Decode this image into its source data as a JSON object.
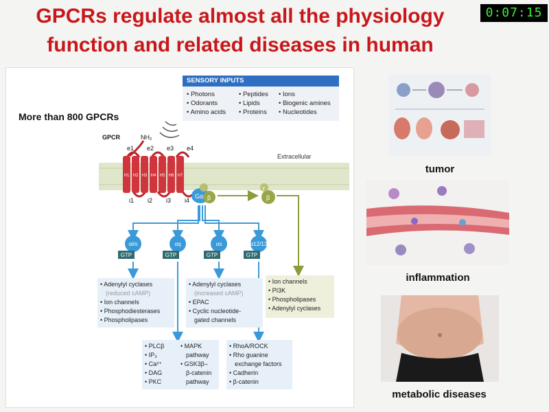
{
  "title": {
    "line1": "GPCRs regulate almost all the physiology",
    "line2": "function and related diseases in human"
  },
  "timer": "0:07:15",
  "diagram": {
    "heading": "More than 800 GPCRs",
    "gpcr_label": "GPCR",
    "nh2": "NH₂",
    "extracellular": "Extracellular",
    "extra_loops": [
      "e1",
      "e2",
      "e3",
      "e4"
    ],
    "intra_loops": [
      "i1",
      "i2",
      "i3",
      "i4"
    ],
    "helices": [
      "H1",
      "H2",
      "H3",
      "H4",
      "H5",
      "H6",
      "H7"
    ],
    "g_alpha": "Gα",
    "g_beta": "β",
    "g_gamma": "γ",
    "gtp": "GTP",
    "alpha_subunits": [
      "αi/o",
      "αq",
      "αs",
      "α12/13"
    ],
    "sensory_title": "SENSORY INPUTS",
    "sensory_col1": [
      "• Photons",
      "• Odorants",
      "• Amino acids"
    ],
    "sensory_col2": [
      "• Peptides",
      "• Lipids",
      "• Proteins"
    ],
    "sensory_col3": [
      "• Ions",
      "• Biogenic amines",
      "• Nucleotides"
    ],
    "box_gi": [
      "• Adenylyl cyclases",
      "(reduced cAMP)",
      "• Ion channels",
      "• Phosphodiesterases",
      "• Phospholipases"
    ],
    "box_gs": [
      "• Adenylyl cyclases",
      "(increased cAMP)",
      "• EPAC",
      "• Cyclic nucleotide-",
      "gated channels"
    ],
    "box_gbg": [
      "• Ion channels",
      "• PI3K",
      "• Phospholipases",
      "• Adenylyl cyclases"
    ],
    "box_gq_left": [
      "• PLCβ",
      "• IP₃",
      "• Ca²⁺",
      "• DAG",
      "• PKC"
    ],
    "box_gq_right": [
      "• MAPK",
      "pathway",
      "• GSK3β–",
      "β-catenin",
      "pathway"
    ],
    "box_g12": [
      "• RhoA/ROCK",
      "• Rho guanine",
      "exchange factors",
      "• Cadherin",
      "• β-catenin"
    ]
  },
  "images": {
    "tumor_label": "tumor",
    "inflammation_label": "inflammation",
    "metabolic_label": "metabolic diseases"
  },
  "colors": {
    "title_red": "#c8171b",
    "sensory_blue": "#2e6fc1",
    "helix_red": "#d0343c",
    "arrow_blue": "#3a9ad9",
    "arrow_olive": "#8f9a3a",
    "gtp_teal": "#2f6b6f"
  }
}
